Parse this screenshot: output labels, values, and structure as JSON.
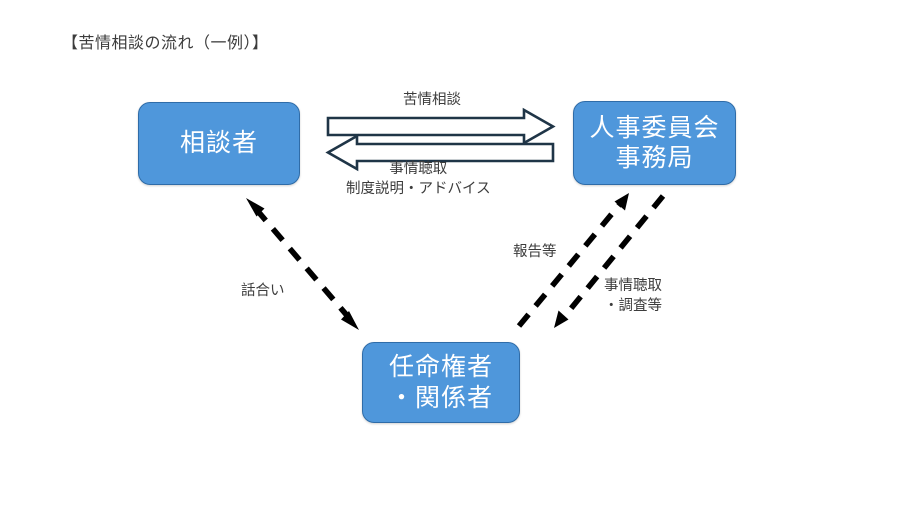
{
  "page": {
    "title": "【苦情相談の流れ（一例）】",
    "background_color": "#ffffff"
  },
  "theme": {
    "node_fill": "#4f97db",
    "node_border": "#2f6ca8",
    "node_text": "#ffffff",
    "block_arrow_stroke": "#1f3547",
    "block_arrow_fill": "#ffffff",
    "dashed_arrow_color": "#000000",
    "label_text": "#3c3c3c"
  },
  "nodes": [
    {
      "id": "consultant",
      "lines": [
        "相談者"
      ]
    },
    {
      "id": "commission",
      "lines": [
        "人事委員会",
        "事務局"
      ]
    },
    {
      "id": "authority",
      "lines": [
        "任命権者",
        "・関係者"
      ]
    }
  ],
  "edges": [
    {
      "id": "complaint",
      "from": "consultant",
      "to": "commission",
      "style": "block-arrow",
      "direction": "right",
      "label_lines": [
        "苦情相談"
      ]
    },
    {
      "id": "hearing-advice",
      "from": "commission",
      "to": "consultant",
      "style": "block-arrow",
      "direction": "left",
      "label_lines": [
        "事情聴取",
        "制度説明・アドバイス"
      ]
    },
    {
      "id": "discussion",
      "from": "consultant",
      "to": "authority",
      "style": "dashed-double-arrow",
      "label_lines": [
        "話合い"
      ]
    },
    {
      "id": "report",
      "from": "authority",
      "to": "commission",
      "style": "dashed-arrow",
      "direction": "up-right",
      "label_lines": [
        "報告等"
      ]
    },
    {
      "id": "investigation",
      "from": "commission",
      "to": "authority",
      "style": "dashed-arrow",
      "direction": "down-left",
      "label_lines": [
        "事情聴取",
        "・調査等"
      ]
    }
  ],
  "labels": {
    "complaint": "苦情相談",
    "hearing": "事情聴取",
    "advice": "制度説明・アドバイス",
    "discussion": "話合い",
    "report": "報告等",
    "investigation_1": "事情聴取",
    "investigation_2": "・調査等"
  }
}
